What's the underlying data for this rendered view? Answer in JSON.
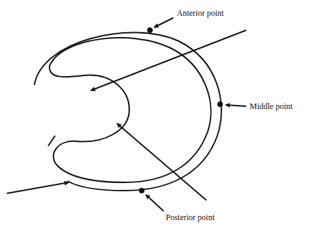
{
  "diagram": {
    "labels": [
      "Anterior point",
      "Middle point",
      "Posterior point"
    ]
  }
}
